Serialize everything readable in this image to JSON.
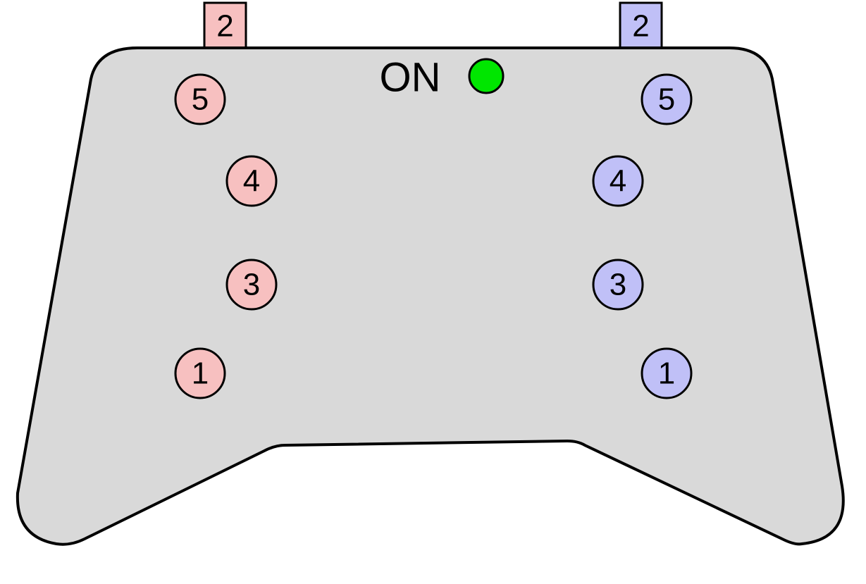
{
  "colors": {
    "body_fill": "#d9d9d9",
    "outline": "#000000",
    "left_color": "#f7c0c0",
    "right_color": "#c0c0f7",
    "indicator_on": "#00e600"
  },
  "power": {
    "label": "ON",
    "state": "on"
  },
  "left_tab": {
    "label": "2"
  },
  "right_tab": {
    "label": "2"
  },
  "left_buttons": [
    {
      "label": "5"
    },
    {
      "label": "4"
    },
    {
      "label": "3"
    },
    {
      "label": "1"
    }
  ],
  "right_buttons": [
    {
      "label": "5"
    },
    {
      "label": "4"
    },
    {
      "label": "3"
    },
    {
      "label": "1"
    }
  ]
}
